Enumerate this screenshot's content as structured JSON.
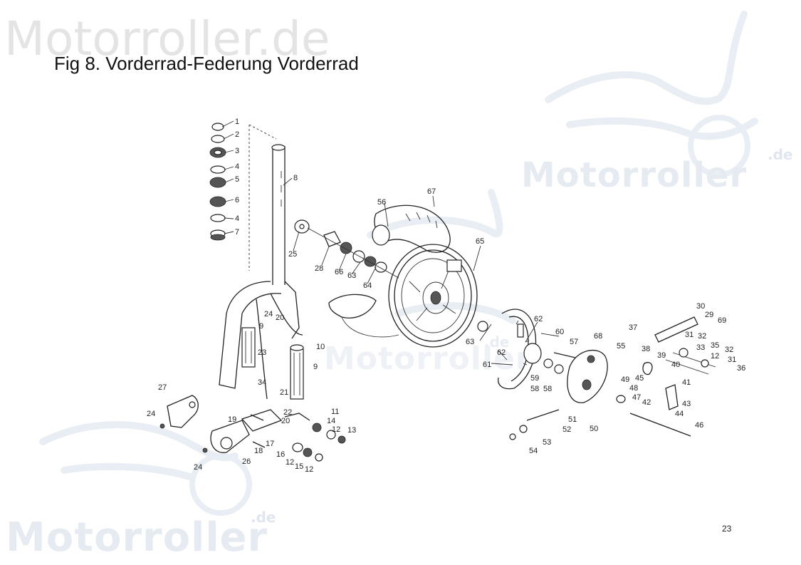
{
  "header": {
    "watermark": "Motorroller.de",
    "title": "Fig 8.  Vorderrad-Federung Vorderrad"
  },
  "watermarks": {
    "brand": "Motorroller",
    "suffix": ".de"
  },
  "footer": {
    "page_number": "23"
  },
  "diagram": {
    "part_numbers": [
      "1",
      "2",
      "3",
      "4",
      "5",
      "6",
      "4",
      "7",
      "8",
      "25",
      "28",
      "66",
      "63",
      "64",
      "56",
      "67",
      "65",
      "24",
      "20",
      "9",
      "10",
      "9",
      "23",
      "34",
      "27",
      "24",
      "21",
      "22",
      "19",
      "20",
      "11",
      "14",
      "12",
      "13",
      "18",
      "17",
      "16",
      "12",
      "15",
      "12",
      "26",
      "24",
      "62",
      "60",
      "63",
      "61",
      "62",
      "59",
      "58",
      "58",
      "57",
      "68",
      "55",
      "37",
      "30",
      "29",
      "69",
      "31",
      "32",
      "33",
      "35",
      "32",
      "12",
      "31",
      "36",
      "38",
      "39",
      "40",
      "41",
      "43",
      "42",
      "44",
      "46",
      "45",
      "47",
      "48",
      "49",
      "51",
      "52",
      "53",
      "54",
      "50"
    ]
  },
  "colors": {
    "watermark": "#e4e9f0",
    "ink": "#222222",
    "background": "#ffffff"
  }
}
